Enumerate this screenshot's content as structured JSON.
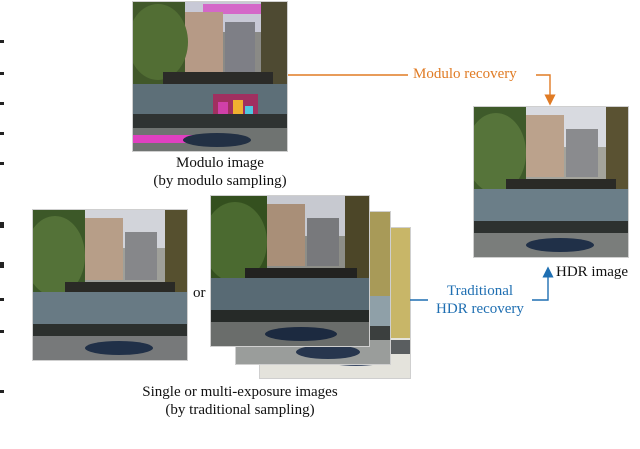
{
  "labels": {
    "modulo_recovery": "Modulo recovery",
    "modulo_image_line1": "Modulo image",
    "modulo_image_line2": "(by modulo sampling)",
    "hdr_image": "HDR image",
    "traditional_line1": "Traditional",
    "traditional_line2": "HDR recovery",
    "or": "or",
    "single_multi_line1": "Single or multi-exposure images",
    "single_multi_line2": "(by traditional sampling)"
  },
  "colors": {
    "modulo_arrow": "#e07b24",
    "traditional_arrow": "#1f6fb2"
  }
}
